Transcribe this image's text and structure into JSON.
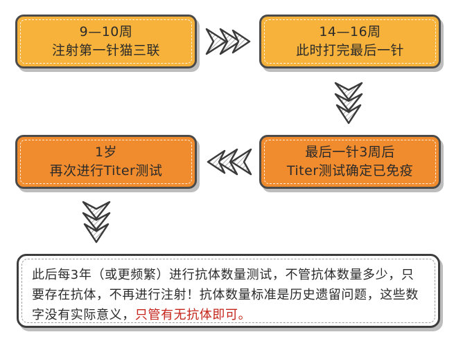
{
  "steps": [
    {
      "line1": "9—10周",
      "line2": "注射第一针猫三联"
    },
    {
      "line1": "14—16周",
      "line2": "此时打完最后一针"
    },
    {
      "line1": "1岁",
      "line2": "再次进行Titer测试"
    },
    {
      "line1": "最后一针3周后",
      "line2": "Titer测试确定已免疫"
    }
  ],
  "note": {
    "text": "此后每3年（或更频繁）进行抗体数量测试，不管抗体数量多少，只要存在抗体，不再进行注射！抗体数量标准是历史遗留问题，这些数字没有实际意义，",
    "highlight": "只管有无抗体即可。"
  },
  "colors": {
    "yellow": "#f6b23a",
    "orange": "#f08c2e",
    "highlight": "#c4241a",
    "border": "#4a4a4a"
  }
}
